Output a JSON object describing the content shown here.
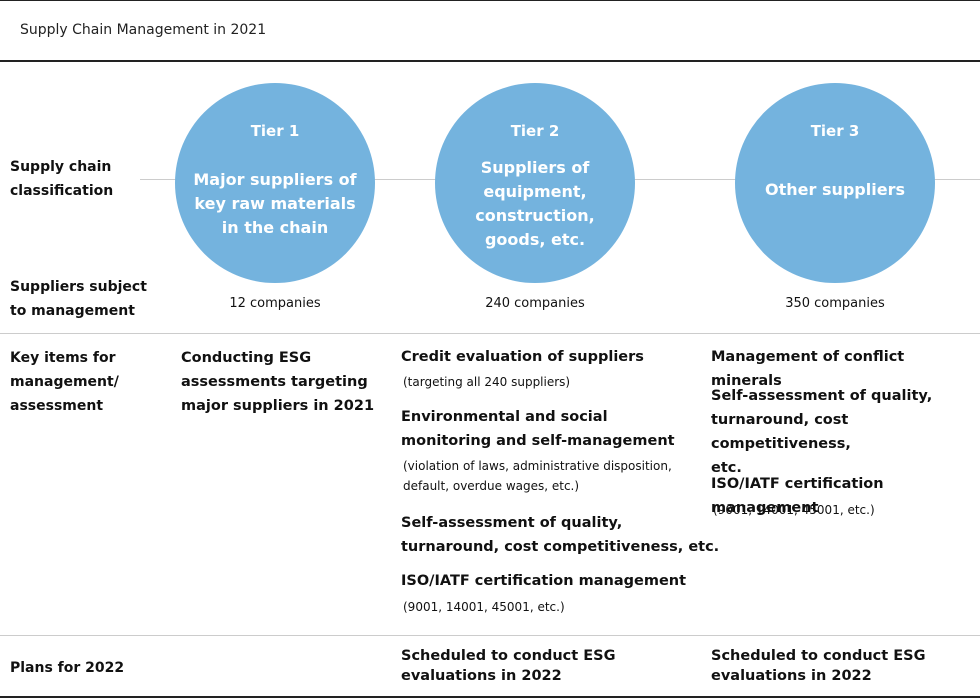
{
  "title": "Supply Chain Management in 2021",
  "row_labels": {
    "classification": [
      "Supply chain",
      "classification"
    ],
    "subject": [
      "Suppliers subject",
      "to management"
    ],
    "key_items": [
      "Key items for",
      "management/",
      "assessment"
    ],
    "plans": "Plans for 2022"
  },
  "tiers": [
    {
      "name": "Tier 1",
      "description": [
        "Major suppliers of",
        "key raw materials",
        "in the chain"
      ],
      "count": "12 companies"
    },
    {
      "name": "Tier 2",
      "description": [
        "Suppliers of",
        "equipment,",
        "construction,",
        "goods, etc."
      ],
      "count": "240 companies"
    },
    {
      "name": "Tier 3",
      "description": [
        "Other suppliers"
      ],
      "count": "350 companies"
    }
  ],
  "key_items": {
    "tier1": [
      "Conducting ESG",
      "assessments targeting",
      "major suppliers in 2021"
    ],
    "tier2": {
      "credit": "Credit evaluation of suppliers",
      "credit_note": "(targeting all 240 suppliers)",
      "env": [
        "Environmental and social",
        "monitoring and self-management"
      ],
      "env_note": [
        "(violation of laws, administrative disposition,",
        "default, overdue wages, etc.)"
      ],
      "self": [
        "Self-assessment of quality,",
        "turnaround, cost competitiveness, etc."
      ],
      "iso": "ISO/IATF certification management",
      "iso_note": "(9001, 14001, 45001, etc.)"
    },
    "tier3": {
      "conflict": "Management of conflict minerals",
      "self": [
        "Self-assessment of quality,",
        "turnaround, cost competitiveness,",
        "etc."
      ],
      "iso": "ISO/IATF certification management",
      "iso_note": "(9001, 14001, 45001, etc.)"
    }
  },
  "plans": {
    "tier2": [
      "Scheduled to conduct ESG",
      "evaluations in 2022"
    ],
    "tier3": [
      "Scheduled to conduct ESG",
      "evaluations in 2022"
    ]
  },
  "colors": {
    "circle": "#74b3de",
    "rule_dark": "#222222",
    "rule_light": "#cccccc"
  }
}
